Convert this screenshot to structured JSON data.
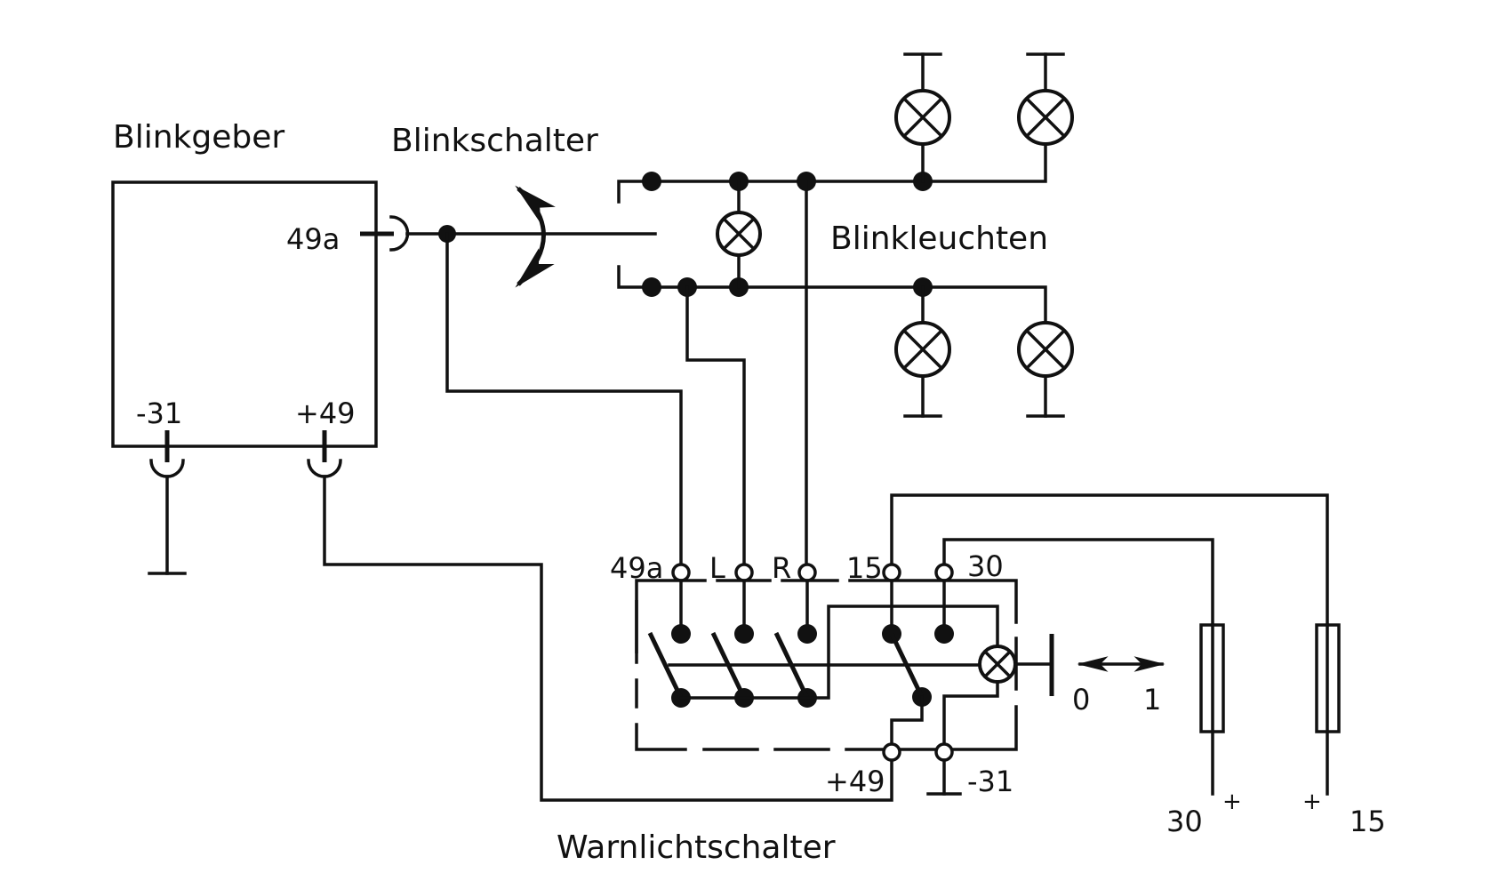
{
  "diagram": {
    "title": "Blinkanlage mit Warnlichtschalter",
    "colors": {
      "ink": "#111111",
      "background": "#ffffff"
    }
  },
  "labels": {
    "flasher_unit": "Blinkgeber",
    "turn_switch": "Blinkschalter",
    "turn_lamps": "Blinkleuchten",
    "hazard_switch": "Warnlichtschalter"
  },
  "flasher_unit": {
    "pins": {
      "out": "49a",
      "ground": "-31",
      "supply": "+49"
    }
  },
  "hazard_switch": {
    "top_terminals": [
      "49a",
      "L",
      "R",
      "15",
      "30"
    ],
    "bottom_terminals": [
      "+49",
      "-31"
    ],
    "positions": [
      "0",
      "1"
    ]
  },
  "power_supply": {
    "fuses": [
      {
        "terminal": "30",
        "polarity": "+"
      },
      {
        "terminal": "15",
        "polarity": "+"
      }
    ]
  },
  "components": {
    "lamps": [
      "top-left-lamp",
      "top-right-lamp",
      "indicator-lamp",
      "bottom-left-lamp",
      "bottom-right-lamp",
      "switch-indicator-lamp"
    ],
    "icons": [
      "lamp-cross-icon",
      "plug-socket-icon",
      "ground-icon",
      "fuse-icon",
      "double-arrow-icon",
      "curved-double-arrow-icon"
    ]
  }
}
